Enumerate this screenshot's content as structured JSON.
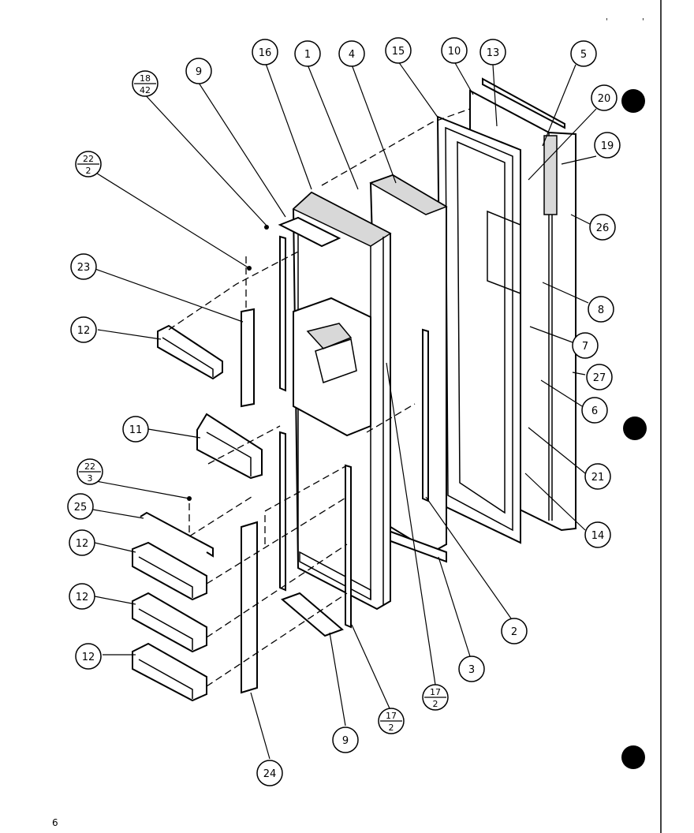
{
  "page_number": "6",
  "corner_marks": [
    "'",
    "'"
  ],
  "callouts": {
    "c1": "1",
    "c2": "2",
    "c3": "3",
    "c4": "4",
    "c5": "5",
    "c6": "6",
    "c7": "7",
    "c8": "8",
    "c9_top": "9",
    "c9_bottom": "9",
    "c10": "10",
    "c11": "11",
    "c12_a": "12",
    "c12_b": "12",
    "c12_c": "12",
    "c12_d": "12",
    "c13": "13",
    "c14": "14",
    "c15": "15",
    "c16": "16",
    "c19": "19",
    "c20": "20",
    "c21": "21",
    "c23": "23",
    "c24": "24",
    "c25": "25",
    "c26": "26",
    "c27": "27"
  },
  "fraction_callouts": {
    "f18_42": {
      "top": "18",
      "bottom": "42"
    },
    "f22_2": {
      "top": "22",
      "bottom": "2"
    },
    "f22_3": {
      "top": "22",
      "bottom": "3"
    },
    "f17_2_a": {
      "top": "17",
      "bottom": "2"
    },
    "f17_2_b": {
      "top": "17",
      "bottom": "2"
    }
  }
}
